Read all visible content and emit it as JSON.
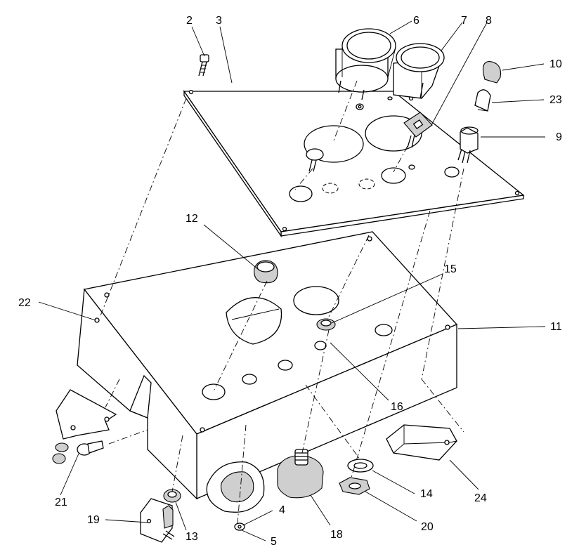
{
  "callouts": {
    "c2": "2",
    "c3": "3",
    "c4": "4",
    "c5": "5",
    "c6": "6",
    "c7": "7",
    "c8": "8",
    "c9": "9",
    "c10": "10",
    "c11": "11",
    "c12": "12",
    "c13": "13",
    "c14": "14",
    "c15": "15",
    "c16": "16",
    "c18": "18",
    "c19": "19",
    "c20": "20",
    "c21": "21",
    "c22": "22",
    "c23": "23",
    "c24": "24"
  },
  "colors": {
    "line": "#000000",
    "background": "#ffffff",
    "shade": "#cfcfcf"
  }
}
